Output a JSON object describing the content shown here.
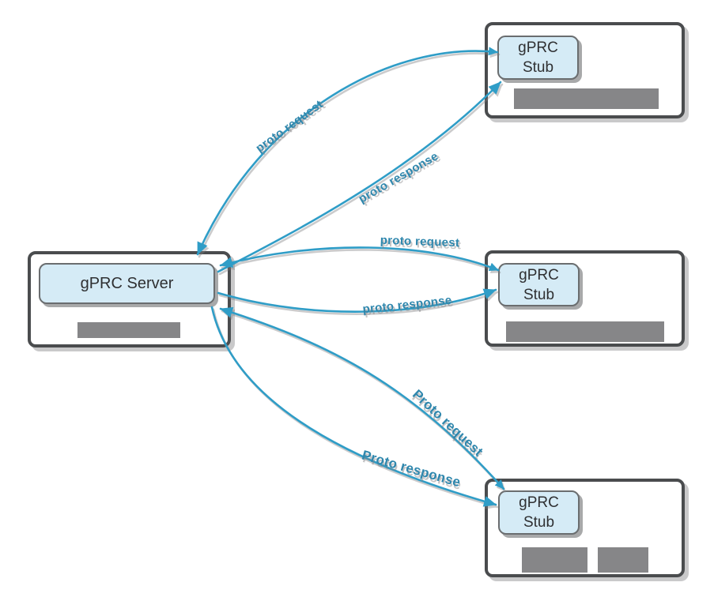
{
  "colors": {
    "background": "#ffffff",
    "arrow_line": "#2f9dc7",
    "arrow_label_text": "#2f87ad",
    "node_fill": "#d5ebf6",
    "node_border": "#6a6d6f",
    "node_text": "#2f3032",
    "container_border": "#4a4c4e",
    "redacted_bar": "#7c7c7e"
  },
  "server_panel": {
    "node_label": "gPRC Server",
    "caption_redacted": true
  },
  "client_panels": [
    {
      "position": "top",
      "stub_line1": "gPRC",
      "stub_line2": "Stub",
      "caption_redacted": true
    },
    {
      "position": "middle",
      "stub_line1": "gPRC",
      "stub_line2": "Stub",
      "caption_redacted": true
    },
    {
      "position": "bottom",
      "stub_line1": "gPRC",
      "stub_line2": "Stub",
      "caption_redacted": true
    }
  ],
  "arrows": [
    {
      "label": "proto request",
      "from": "gPRC Stub (top)",
      "to": "gPRC Server",
      "double_headed": true
    },
    {
      "label": "proto response",
      "from": "gPRC Server",
      "to": "gPRC Stub (top)",
      "double_headed": false
    },
    {
      "label": "proto request",
      "from": "gPRC Stub (middle)",
      "to": "gPRC Server",
      "double_headed": true
    },
    {
      "label": "proto response",
      "from": "gPRC Server",
      "to": "gPRC Stub (middle)",
      "double_headed": false
    },
    {
      "label": "Proto request",
      "from": "gPRC Stub (bottom)",
      "to": "gPRC Server",
      "double_headed": true
    },
    {
      "label": "Proto response",
      "from": "gPRC Server",
      "to": "gPRC Stub (bottom)",
      "double_headed": false
    }
  ]
}
